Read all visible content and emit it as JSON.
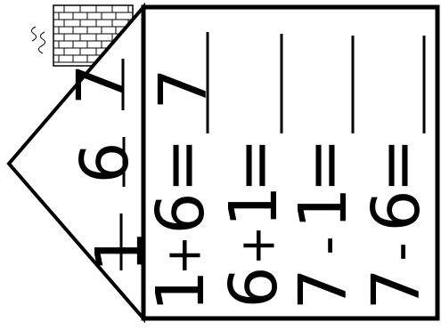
{
  "roof": {
    "numbers": [
      "1",
      "6",
      "7"
    ]
  },
  "equations": [
    {
      "a": "1",
      "op": "+",
      "b": "6",
      "eq": "=",
      "result": "7"
    },
    {
      "a": "6",
      "op": "+",
      "b": "1",
      "eq": "=",
      "result": ""
    },
    {
      "a": "7",
      "op": "-",
      "b": "1",
      "eq": "=",
      "result": ""
    },
    {
      "a": "7",
      "op": "-",
      "b": "6",
      "eq": "=",
      "result": ""
    }
  ]
}
